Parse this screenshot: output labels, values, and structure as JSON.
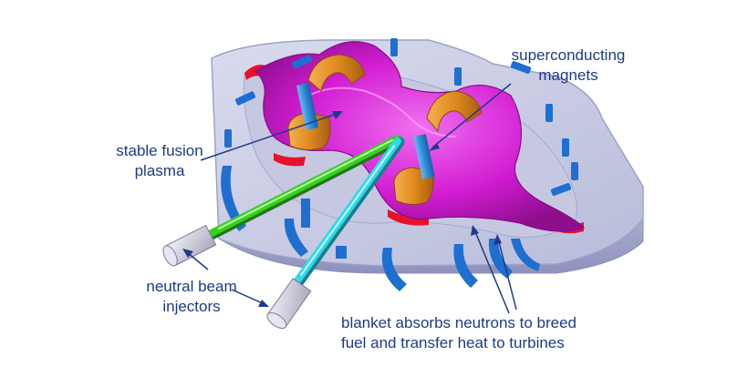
{
  "labels": {
    "superconducting_magnets": {
      "line1": "superconducting",
      "line2": "magnets"
    },
    "stable_fusion_plasma": {
      "line1": "stable fusion",
      "line2": "plasma"
    },
    "neutral_beam_injectors": {
      "line1": "neutral beam",
      "line2": "injectors"
    },
    "blanket": {
      "line1": "blanket absorbs neutrons to breed",
      "line2": "fuel and transfer heat to turbines"
    }
  },
  "colors": {
    "label_text": "#1f3a8a",
    "leader_line": "#1f3a8a",
    "blanket_body": "#c8cbe3",
    "blanket_edge": "#9ea2c6",
    "plasma": "#e020e0",
    "plasma_dark": "#9a109a",
    "magnet_coil": "#e08a20",
    "magnet_support": "#2d8ad6",
    "blue_clips": "#1e6fd0",
    "red_divertor": "#e8102a",
    "green_beam": "#38d020",
    "cyan_beam": "#30d8e8",
    "injector_cap": "#c8c8d6"
  }
}
